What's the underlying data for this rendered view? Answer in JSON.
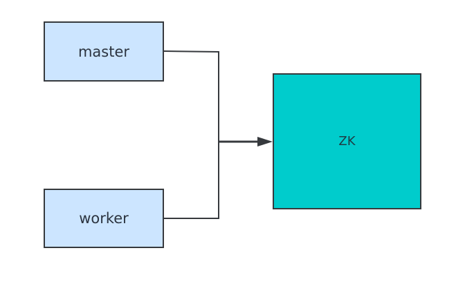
{
  "diagram": {
    "nodes": [
      {
        "id": "master",
        "label": "master",
        "fill": "#cce5ff"
      },
      {
        "id": "worker",
        "label": "worker",
        "fill": "#cce5ff"
      },
      {
        "id": "zk",
        "label": "ZK",
        "fill": "#00cccc"
      }
    ],
    "edges": [
      {
        "from": "master",
        "to": "zk"
      },
      {
        "from": "worker",
        "to": "zk"
      }
    ],
    "stroke_color": "#36393d"
  }
}
